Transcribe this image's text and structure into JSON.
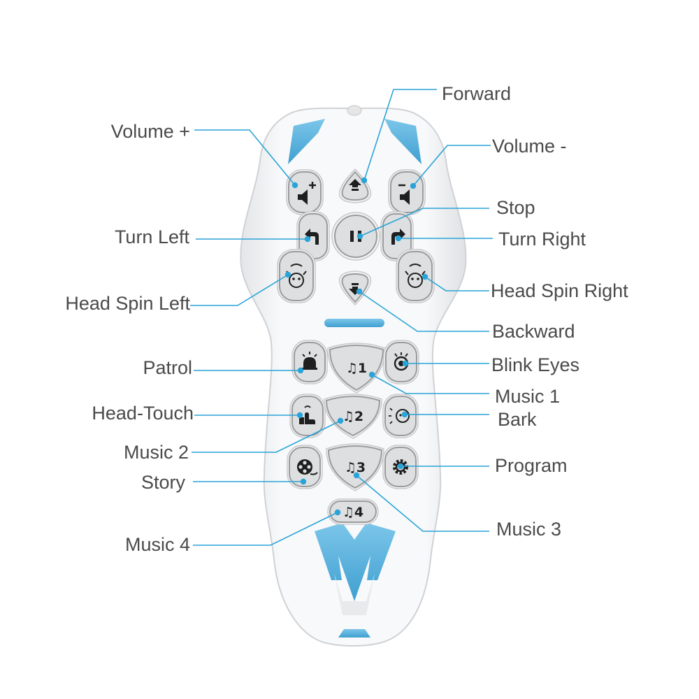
{
  "labels": {
    "forward": "Forward",
    "volume_up": "Volume +",
    "volume_down": "Volume -",
    "stop": "Stop",
    "turn_left": "Turn Left",
    "turn_right": "Turn Right",
    "head_spin_left": "Head Spin Left",
    "head_spin_right": "Head Spin Right",
    "backward": "Backward",
    "patrol": "Patrol",
    "blink_eyes": "Blink Eyes",
    "music_1": "Music 1",
    "head_touch": "Head-Touch",
    "bark": "Bark",
    "music_2": "Music 2",
    "program": "Program",
    "story": "Story",
    "music_3": "Music 3",
    "music_4": "Music 4"
  },
  "button_glyphs": {
    "music_1": "♫1",
    "music_2": "♫2",
    "music_3": "♫3",
    "music_4": "♫4"
  },
  "icons": {
    "volume_up": "speaker-plus-icon",
    "volume_down": "speaker-minus-icon",
    "forward": "arrow-up-icon",
    "backward": "arrow-down-icon",
    "stop": "pause-icon",
    "turn_left": "turn-left-arrow-icon",
    "turn_right": "turn-right-arrow-icon",
    "head_spin_left": "dog-head-spin-icon",
    "head_spin_right": "dog-head-spin-icon",
    "patrol": "siren-icon",
    "blink_eyes": "eye-icon",
    "head_touch": "finger-touch-icon",
    "bark": "dog-bark-icon",
    "program": "gear-icon",
    "story": "film-reel-icon"
  },
  "colors": {
    "body": "#f4f5f7",
    "accent": "#5ab3dd",
    "leader": "#2aa4d8",
    "text": "#4a4a4a"
  }
}
